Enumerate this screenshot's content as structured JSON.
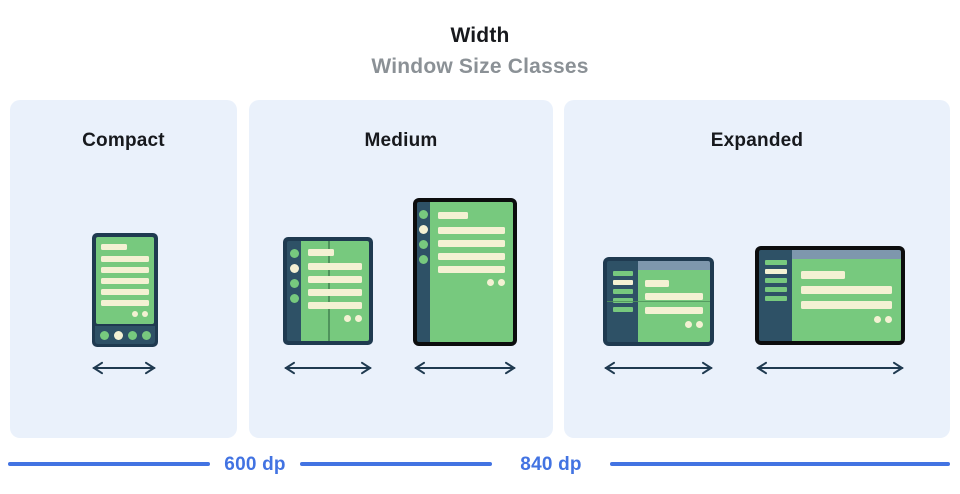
{
  "header": {
    "title": "Width",
    "subtitle": "Window Size Classes"
  },
  "panels": [
    {
      "label": "Compact"
    },
    {
      "label": "Medium"
    },
    {
      "label": "Expanded"
    }
  ],
  "scale": {
    "first_threshold": "600 dp",
    "second_threshold": "840 dp"
  },
  "colors": {
    "panel-bg": "#eaf1fb",
    "ink": "#17191d",
    "gray": "#8b9196",
    "blue": "#4273e2",
    "frame": "#1f3a50",
    "rail": "#2e5166",
    "black": "#0c0d0e",
    "green": "#77c97e",
    "fold": "#4f935c",
    "cream": "#f4f1d3",
    "slate": "#7e97ad",
    "arrow": "#1f3a50"
  }
}
